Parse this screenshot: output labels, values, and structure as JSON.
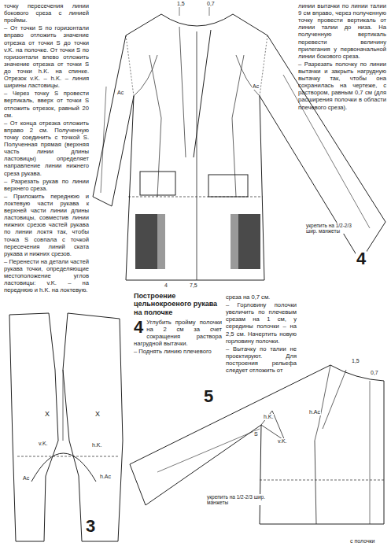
{
  "diagram": {
    "labels": [
      "точку пересечения линии бокового среза с линией проймы.",
      "– От точки S по горизонтали вправо отложить значение отрезка от точки S до точки v.K. на полочке. От точки S по горизонтали влево отложить значение отрезка от точки S до точки h.K. на спинке. Отрезок v.K. – h.K. – линия ширины ластовицы.",
      "– Через точку S провести вертикаль, вверх от точки S отложить отрезок, равный 20 см.",
      "– От конца отрезка отложить вправо 2 см. Полученную точку соединить с точкой S. Полученная прямая (верхняя часть линии длины ластовицы) определяет направление линии нижнего среза рукава.",
      "– Разрезать рукав по линии верхнего среза.",
      "– Приложить переднюю и локтевую части рукава к верхней части линии длины ластовицы, совместив линии нижних срезов частей рукава по линии локтя так, чтобы точка S совпала с точкой пересечения линий ската рукава и нижних срезов.",
      "– Перенести на детали частей рукава точки, определяющие местоположение углов ластовицы: v.K. – на переднюю и h.K. на локтевую.",
      "Построение цельнокроеного рукава на полочке",
      "4",
      "Углубить пройму полочки на 2 см за счет сокращения раствора нагрудной вытачки.",
      "– Поднять линию плечевого",
      "среза на 0,7 см.",
      "– Горловину полочки увеличить по плечевым срезам на 1 см, у середины полочки – на 2,5 см. Начертить новую горловину полочки.",
      "– Вытачку по талии не проектируют. Для построения рельефа следует отложить от",
      "линии вытачки по линии талии 9 см вправо, через полученную точку провести вертикаль от линии талии до низа. На полученную вертикаль перевести величину прилегания у первоначальной линии бокового среза.",
      "– Разрезать полочку по линии вытачки и закрыть нагрудную вытачку так, чтобы она сохранилась на чертеже, с раствором, равным 0,7 см (для расширения полочки в области плечевого среза).",
      "1,5",
      "0,7",
      "Ac",
      "Ac",
      "укрепить на 1/2-2/3 шир. манжеты",
      "4",
      "7,5",
      "4",
      "X",
      "X",
      "v.K.",
      "h.K.",
      "Ac",
      "h.Ac",
      "3",
      "1,5",
      "0,7",
      "5",
      "h.K.",
      "S",
      "v.K.",
      "h.Ac",
      "укрепить на 1/2-2/3 шир. манжеты",
      "c полочки"
    ]
  }
}
